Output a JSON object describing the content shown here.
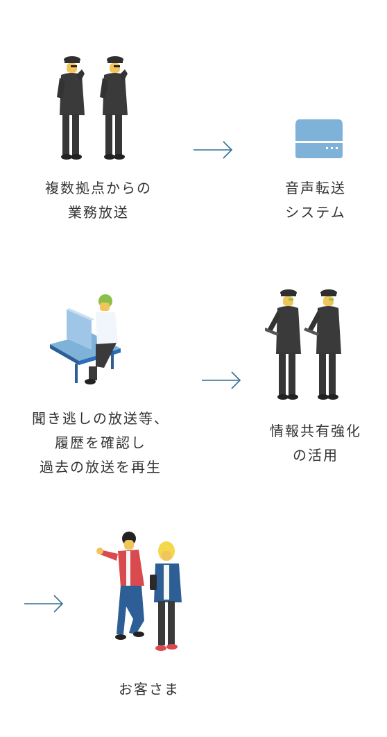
{
  "colors": {
    "text": "#333333",
    "arrow": "#2f6f93",
    "suit": "#3a3a3a",
    "skin": "#f2c55c",
    "server": "#7fb2d9",
    "jacket_red": "#d94a4f",
    "jacket_blue": "#2d5f96",
    "hair_blond": "#f2d84a",
    "hair_green": "#8cbf4a"
  },
  "nodes": {
    "business_broadcast": {
      "icon": "guards-icon",
      "lines": [
        "複数拠点からの",
        "業務放送"
      ]
    },
    "audio_system": {
      "icon": "server-icon",
      "lines": [
        "音声転送",
        "システム"
      ]
    },
    "replay": {
      "icon": "operator-desk-icon",
      "lines": [
        "聞き逃しの放送等、",
        "履歴を確認し",
        "過去の放送を再生"
      ]
    },
    "info_sharing": {
      "icon": "guards-with-tablets-icon",
      "lines": [
        "情報共有強化",
        "の活用"
      ]
    },
    "customers": {
      "icon": "customers-icon",
      "lines": [
        "お客さま"
      ]
    }
  },
  "arrows": [
    "arrow-right-icon",
    "arrow-right-icon",
    "arrow-right-icon"
  ]
}
